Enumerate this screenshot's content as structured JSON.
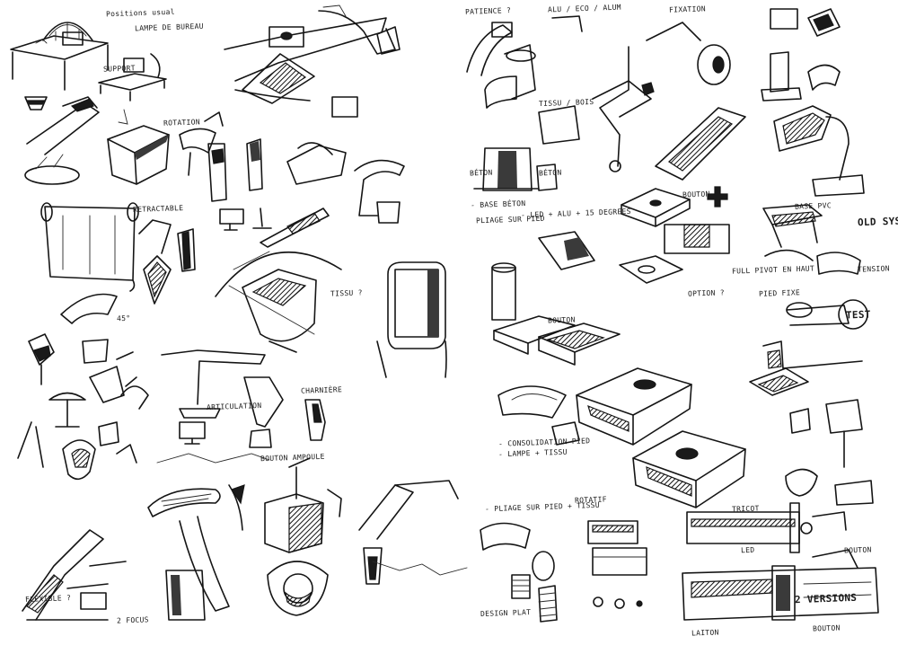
{
  "annotations": {
    "positions_usual": "Positions usual",
    "lampe_de_bureau": "LAMPE DE BUREAU",
    "support": "SUPPORT",
    "rotation": "ROTATION",
    "retractable": "RETRACTABLE",
    "tissu": "TISSU ?",
    "articulation": "ARTICULATION",
    "charniere": "CHARNIÈRE",
    "bouton_ampoule": "BOUTON AMPOULE",
    "rotation_45": "45°",
    "nivo_2_focus": "2 FOCUS",
    "flexcomp": "FLEXIBLE ?",
    "alu_eco": "ALU / ECO / ALUM",
    "patience": "PATIENCE ?",
    "fixation": "FIXATION",
    "tissu_bois": "TISSU / BOIS",
    "beton": "BÉTON",
    "beton2": "BÉTON",
    "base_beton": "- BASE BÉTON",
    "led_list": "- LED + ALU + 15 DEGREES",
    "pliage_sur_pied": "PLIAGE SUR PIED",
    "bouton": "BOUTON",
    "bouton2": "BOUTON",
    "base_pvc": "BASE PVC",
    "old_system": "OLD SYSTEM",
    "tension": "TENSION",
    "full_pivot": "FULL PIVOT EN HAUT",
    "pied_fixe": "PIED FIXE",
    "test": "TEST",
    "option": "OPTION ?",
    "consolidation": "- CONSOLIDATION PIED",
    "lampe_list": "- LAMPE + TISSU",
    "cadenas": "- PLIAGE SUR PIED + TISSU",
    "rotating": "ROTATIF",
    "tricot": "TRICOT",
    "led_arm": "LED",
    "bouton3": "BOUTON",
    "2_versions": "2 VERSIONS",
    "design_plat": "DESIGN PLAT",
    "laiton": "LAITON",
    "bouton_bas": "BOUTON"
  }
}
